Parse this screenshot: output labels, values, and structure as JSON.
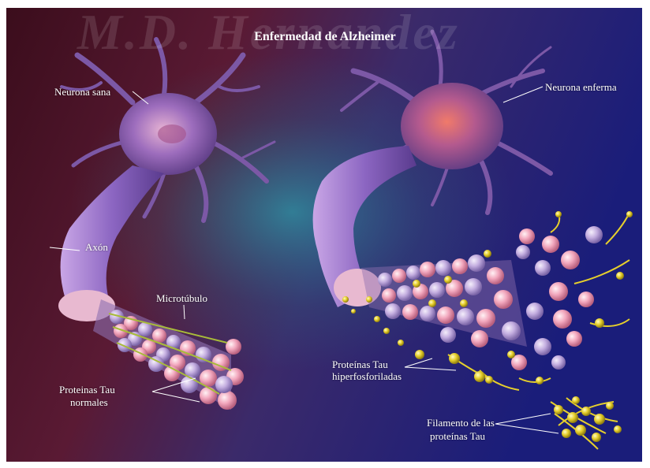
{
  "watermark": "M.D. Hernandez",
  "title": "Enfermedad de Alzheimer",
  "labels": {
    "neurona_sana": "Neurona sana",
    "neurona_enferma": "Neurona  enferma",
    "axon": "Axón",
    "microtubulo": "Microtúbulo",
    "tau_normales_1": "Proteinas Tau",
    "tau_normales_2": "normales",
    "tau_hiper_1": "Proteínas Tau",
    "tau_hiper_2": "hiperfosforiladas",
    "filamento_1": "Filamento de las",
    "filamento_2": "proteínas Tau"
  },
  "colors": {
    "bg_left": "#3a0f1f",
    "bg_right": "#1c1e78",
    "neuron": "#8a5aa8",
    "tubulin_pink": "#f1b6c4",
    "tubulin_lilac": "#c9b4de",
    "tau_yellow": "#e8d23a"
  }
}
